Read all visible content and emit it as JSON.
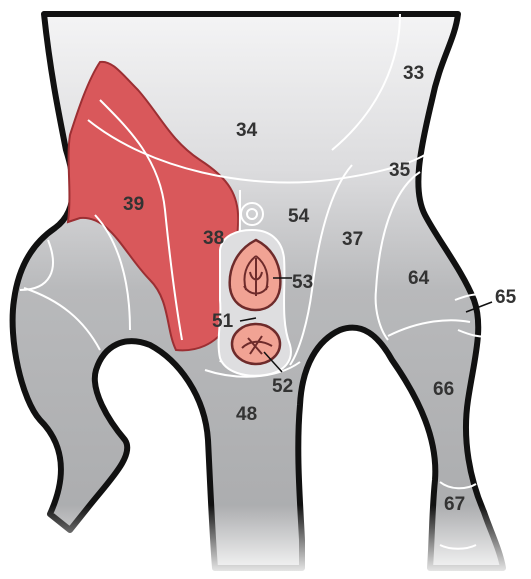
{
  "colors": {
    "background": "#ffffff",
    "body_grey": "#b9babc",
    "body_light": "#eaeaec",
    "outline": "#111111",
    "region_lines": "#ffffff",
    "highlight_red": "#d9585b",
    "organ_pink": "#f1a394",
    "label_text": "#333333"
  },
  "labels": {
    "r33": "33",
    "r34": "34",
    "r35": "35",
    "r37": "37",
    "r38": "38",
    "r39": "39",
    "r48": "48",
    "r51": "51",
    "r52": "52",
    "r53": "53",
    "r54": "54",
    "r64": "64",
    "r65": "65",
    "r66": "66",
    "r67": "67"
  }
}
